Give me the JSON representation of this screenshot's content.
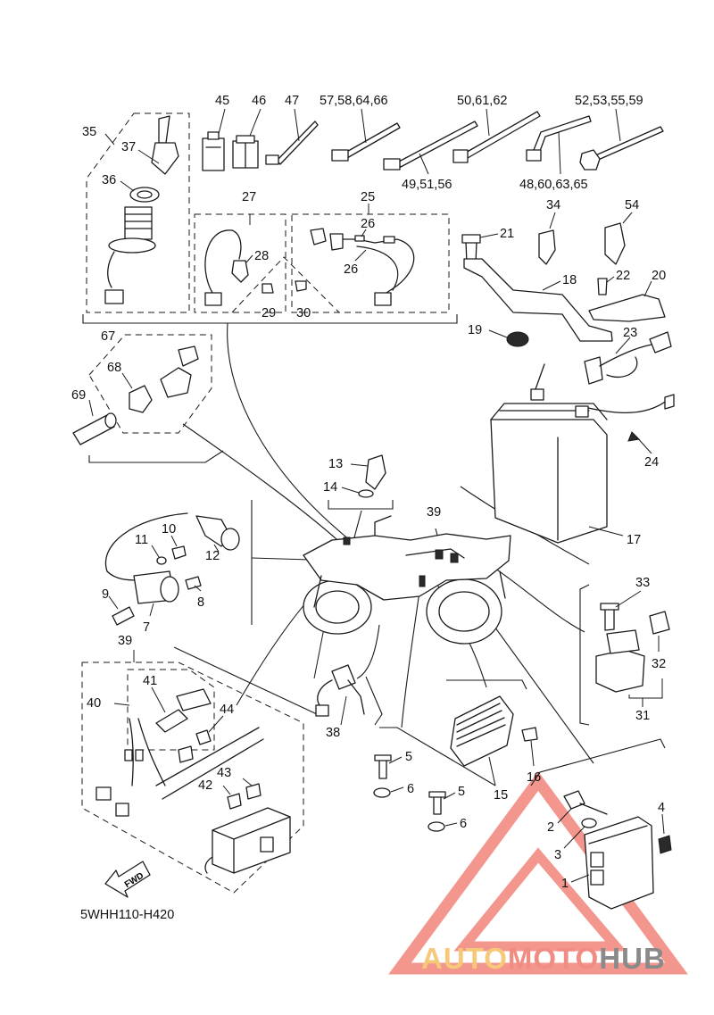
{
  "diagram": {
    "code": "5WHH110-H420",
    "fwd_label": "FWD",
    "watermark": {
      "part_a": "AUTO",
      "part_b": "MOTO",
      "part_c": "HUB",
      "colors": {
        "auto": "#f6c97a",
        "moto": "#f28b82",
        "hub": "#8a8a8a"
      }
    },
    "callouts": {
      "c1": "1",
      "c2": "2",
      "c3": "3",
      "c4": "4",
      "c5a": "5",
      "c5b": "5",
      "c6a": "6",
      "c6b": "6",
      "c7": "7",
      "c8": "8",
      "c9": "9",
      "c10": "10",
      "c11": "11",
      "c12": "12",
      "c13": "13",
      "c14": "14",
      "c15": "15",
      "c16": "16",
      "c17": "17",
      "c18": "18",
      "c19": "19",
      "c20": "20",
      "c21": "21",
      "c22": "22",
      "c23": "23",
      "c24": "24",
      "c25": "25",
      "c26a": "26",
      "c26b": "26",
      "c27": "27",
      "c28": "28",
      "c29": "29",
      "c30": "30",
      "c31": "31",
      "c32": "32",
      "c33": "33",
      "c34": "34",
      "c35": "35",
      "c36": "36",
      "c37": "37",
      "c38": "38",
      "c39a": "39",
      "c39b": "39",
      "c40": "40",
      "c41": "41",
      "c42": "42",
      "c43": "43",
      "c44": "44",
      "c45": "45",
      "c46": "46",
      "c47": "47",
      "c57": "57,58,64,66",
      "c50": "50,61,62",
      "c52": "52,53,55,59",
      "c49": "49,51,56",
      "c48": "48,60,63,65",
      "c54": "54",
      "c67": "67",
      "c68": "68",
      "c69": "69"
    }
  }
}
